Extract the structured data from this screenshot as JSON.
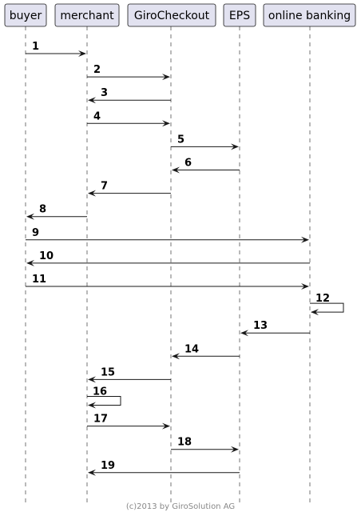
{
  "participants": [
    {
      "id": "buyer",
      "label": "buyer"
    },
    {
      "id": "merchant",
      "label": "merchant"
    },
    {
      "id": "girocheckout",
      "label": "GiroCheckout"
    },
    {
      "id": "eps",
      "label": "EPS"
    },
    {
      "id": "online-banking",
      "label": "online banking"
    }
  ],
  "messages": [
    {
      "label": "1",
      "from": "buyer",
      "to": "merchant"
    },
    {
      "label": "2",
      "from": "merchant",
      "to": "girocheckout"
    },
    {
      "label": "3",
      "from": "girocheckout",
      "to": "merchant"
    },
    {
      "label": "4",
      "from": "merchant",
      "to": "girocheckout"
    },
    {
      "label": "5",
      "from": "girocheckout",
      "to": "eps"
    },
    {
      "label": "6",
      "from": "eps",
      "to": "girocheckout"
    },
    {
      "label": "7",
      "from": "girocheckout",
      "to": "merchant"
    },
    {
      "label": "8",
      "from": "merchant",
      "to": "buyer"
    },
    {
      "label": "9",
      "from": "buyer",
      "to": "online-banking"
    },
    {
      "label": "10",
      "from": "online-banking",
      "to": "buyer"
    },
    {
      "label": "11",
      "from": "buyer",
      "to": "online-banking"
    },
    {
      "label": "12",
      "from": "online-banking",
      "to": "online-banking"
    },
    {
      "label": "13",
      "from": "online-banking",
      "to": "eps"
    },
    {
      "label": "14",
      "from": "eps",
      "to": "girocheckout"
    },
    {
      "label": "15",
      "from": "girocheckout",
      "to": "merchant"
    },
    {
      "label": "16",
      "from": "merchant",
      "to": "merchant"
    },
    {
      "label": "17",
      "from": "merchant",
      "to": "girocheckout"
    },
    {
      "label": "18",
      "from": "girocheckout",
      "to": "eps"
    },
    {
      "label": "19",
      "from": "eps",
      "to": "merchant"
    }
  ],
  "footer": "(c)2013 by GiroSolution AG"
}
